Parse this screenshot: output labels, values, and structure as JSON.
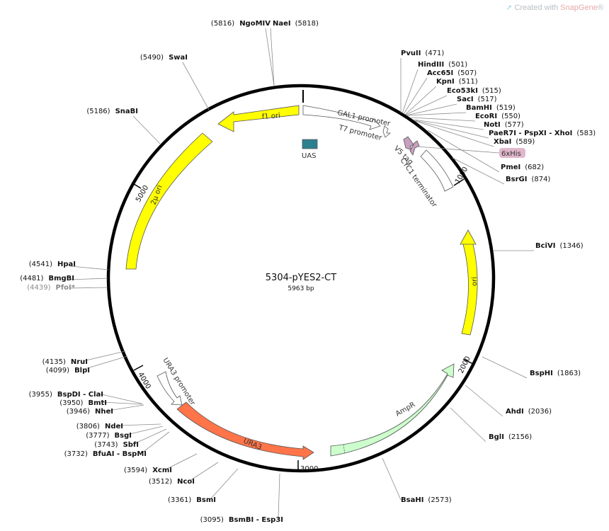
{
  "watermark": {
    "prefix": "Created with ",
    "brand": "SnapGene",
    "mark": "®"
  },
  "plasmid": {
    "name": "5304-pYES2-CT",
    "size_label": "5963 bp",
    "length": 5963
  },
  "ticks": [
    {
      "label": "1000",
      "pos": 1000
    },
    {
      "label": "2000",
      "pos": 2000
    },
    {
      "label": "3000",
      "pos": 3000
    },
    {
      "label": "4000",
      "pos": 4000
    },
    {
      "label": "5000",
      "pos": 5000
    }
  ],
  "features": [
    {
      "id": "f1-ori",
      "label": "f1 ori",
      "color": "#ffff00",
      "shape": "arc-arrow-ccw"
    },
    {
      "id": "2u-ori",
      "label": "2μ ori",
      "color": "#ffff00",
      "shape": "arc"
    },
    {
      "id": "ori",
      "label": "ori",
      "color": "#ffff00",
      "shape": "arc-arrow-cw"
    },
    {
      "id": "ampr",
      "label": "AmpR",
      "color": "#ccffcc",
      "shape": "arc-arrow-ccw"
    },
    {
      "id": "ura3",
      "label": "URA3",
      "color": "#ff7448",
      "shape": "arc-arrow-cw"
    },
    {
      "id": "ura3-promoter",
      "label": "URA3 promoter",
      "color": "#ffffff",
      "shape": "arc-arrow-cw"
    },
    {
      "id": "gal1-promoter",
      "label": "GAL1 promoter",
      "color": "#ffffff",
      "shape": "arc-arrow-cw"
    },
    {
      "id": "t7-promoter",
      "label": "T7 promoter",
      "color": "#ffffff",
      "shape": "arrow"
    },
    {
      "id": "uas",
      "label": "UAS",
      "color": "#2c7f8f",
      "shape": "box"
    },
    {
      "id": "v5-tag",
      "label": "V5 tag",
      "color": "#c8a0bf",
      "shape": "arrow"
    },
    {
      "id": "6xhis-mark",
      "label": "",
      "color": "#c8a0bf",
      "shape": "arrow"
    },
    {
      "id": "cyc1-terminator",
      "label": "CYC1 terminator",
      "color": "#ffffff",
      "shape": "arc"
    }
  ],
  "tag_label": {
    "text": "6xHis",
    "color": "#e0b7cc"
  },
  "sites": [
    {
      "name": "NgoMIV",
      "pos": "(5816)",
      "pos_first": true,
      "gray": false
    },
    {
      "name": "NaeI",
      "pos": "(5818)",
      "pos_first": false,
      "gray": false
    },
    {
      "name": "SwaI",
      "pos": "(5490)",
      "pos_first": true,
      "gray": false
    },
    {
      "name": "SnaBI",
      "pos": "(5186)",
      "pos_first": true,
      "gray": false
    },
    {
      "name": "PvuII",
      "pos": "(471)",
      "pos_first": false,
      "gray": false
    },
    {
      "name": "HindIII",
      "pos": "(501)",
      "pos_first": false,
      "gray": false
    },
    {
      "name": "Acc65I",
      "pos": "(507)",
      "pos_first": false,
      "gray": false
    },
    {
      "name": "KpnI",
      "pos": "(511)",
      "pos_first": false,
      "gray": false
    },
    {
      "name": "Eco53kI",
      "pos": "(515)",
      "pos_first": false,
      "gray": false
    },
    {
      "name": "SacI",
      "pos": "(517)",
      "pos_first": false,
      "gray": false
    },
    {
      "name": "BamHI",
      "pos": "(519)",
      "pos_first": false,
      "gray": false
    },
    {
      "name": "EcoRI",
      "pos": "(550)",
      "pos_first": false,
      "gray": false
    },
    {
      "name": "NotI",
      "pos": "(577)",
      "pos_first": false,
      "gray": false
    },
    {
      "name": "PaeR7I - PspXI - XhoI",
      "pos": "(583)",
      "pos_first": false,
      "gray": false
    },
    {
      "name": "XbaI",
      "pos": "(589)",
      "pos_first": false,
      "gray": false
    },
    {
      "name": "PmeI",
      "pos": "(682)",
      "pos_first": false,
      "gray": false
    },
    {
      "name": "BsrGI",
      "pos": "(874)",
      "pos_first": false,
      "gray": false
    },
    {
      "name": "BciVI",
      "pos": "(1346)",
      "pos_first": false,
      "gray": false
    },
    {
      "name": "BspHI",
      "pos": "(1863)",
      "pos_first": false,
      "gray": false
    },
    {
      "name": "AhdI",
      "pos": "(2036)",
      "pos_first": false,
      "gray": false
    },
    {
      "name": "BglI",
      "pos": "(2156)",
      "pos_first": false,
      "gray": false
    },
    {
      "name": "BsaHI",
      "pos": "(2573)",
      "pos_first": false,
      "gray": false
    },
    {
      "name": "BsmBI - Esp3I",
      "pos": "(3095)",
      "pos_first": true,
      "gray": false
    },
    {
      "name": "BsmI",
      "pos": "(3361)",
      "pos_first": true,
      "gray": false
    },
    {
      "name": "NcoI",
      "pos": "(3512)",
      "pos_first": true,
      "gray": false
    },
    {
      "name": "XcmI",
      "pos": "(3594)",
      "pos_first": true,
      "gray": false
    },
    {
      "name": "BfuAI - BspMI",
      "pos": "(3732)",
      "pos_first": true,
      "gray": false
    },
    {
      "name": "SbfI",
      "pos": "(3743)",
      "pos_first": true,
      "gray": false
    },
    {
      "name": "BsgI",
      "pos": "(3777)",
      "pos_first": true,
      "gray": false
    },
    {
      "name": "NdeI",
      "pos": "(3806)",
      "pos_first": true,
      "gray": false
    },
    {
      "name": "NheI",
      "pos": "(3946)",
      "pos_first": true,
      "gray": false
    },
    {
      "name": "BmtI",
      "pos": "(3950)",
      "pos_first": true,
      "gray": false
    },
    {
      "name": "BspDI - ClaI",
      "pos": "(3955)",
      "pos_first": true,
      "gray": false
    },
    {
      "name": "BlpI",
      "pos": "(4099)",
      "pos_first": true,
      "gray": false
    },
    {
      "name": "NruI",
      "pos": "(4135)",
      "pos_first": true,
      "gray": false
    },
    {
      "name": "PfoI*",
      "pos": "(4439)",
      "pos_first": true,
      "gray": true
    },
    {
      "name": "BmgBI",
      "pos": "(4481)",
      "pos_first": true,
      "gray": false
    },
    {
      "name": "HpaI",
      "pos": "(4541)",
      "pos_first": true,
      "gray": false
    }
  ]
}
